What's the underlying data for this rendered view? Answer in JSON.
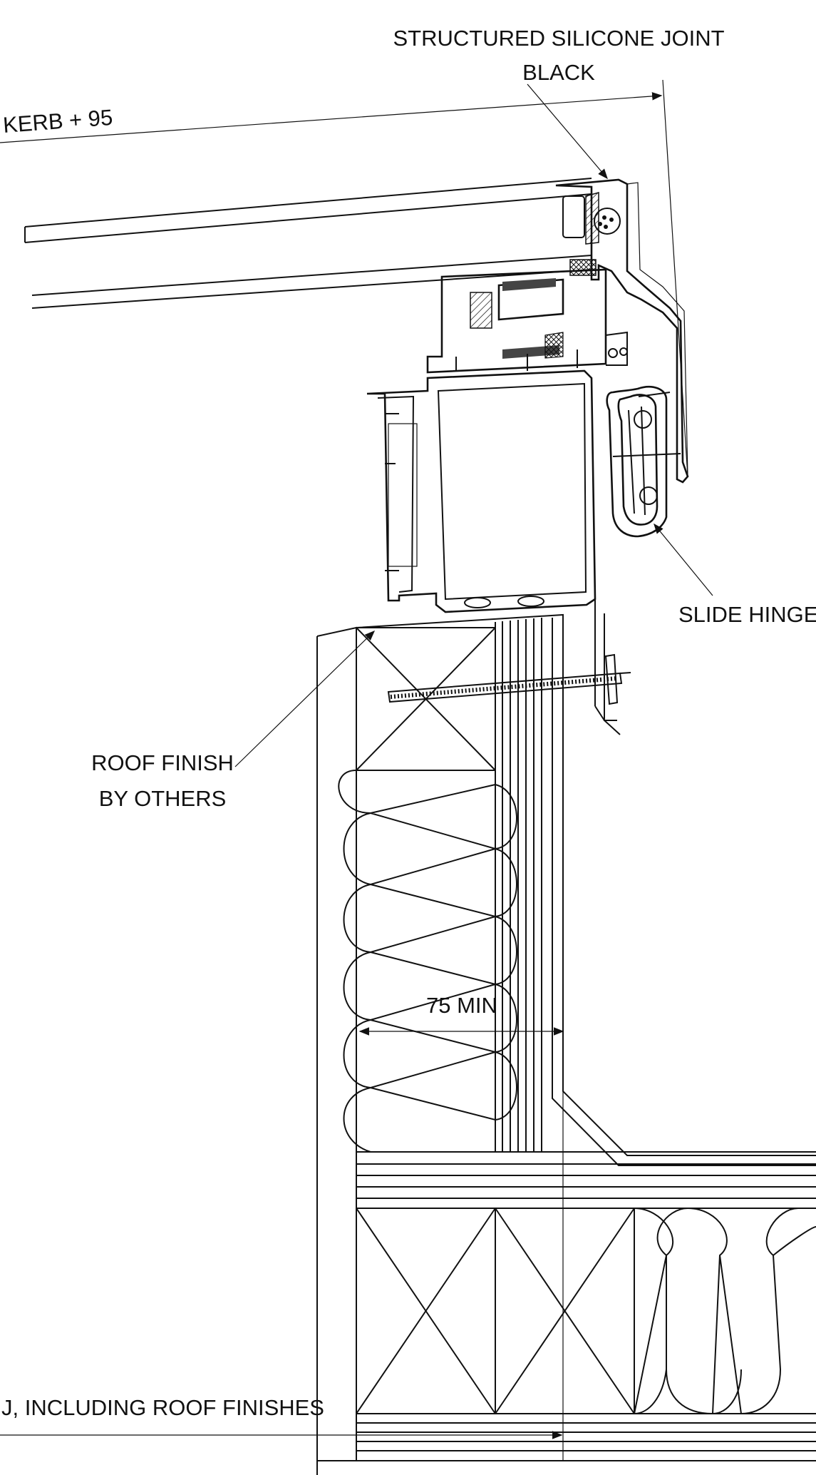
{
  "labels": {
    "kerb": "KERB + 95",
    "silicone_line1": "STRUCTURED SILICONE JOINT",
    "silicone_line2": "BLACK",
    "slide_hinge": "SLIDE HINGE",
    "roof_finish_line1": "ROOF FINISH",
    "roof_finish_line2": "BY OTHERS",
    "min_dim": "75 MIN",
    "roof_finishes_note": "J, INCLUDING ROOF FINISHES"
  },
  "colors": {
    "line": "#111111",
    "background": "#ffffff",
    "seal": "#444444"
  }
}
